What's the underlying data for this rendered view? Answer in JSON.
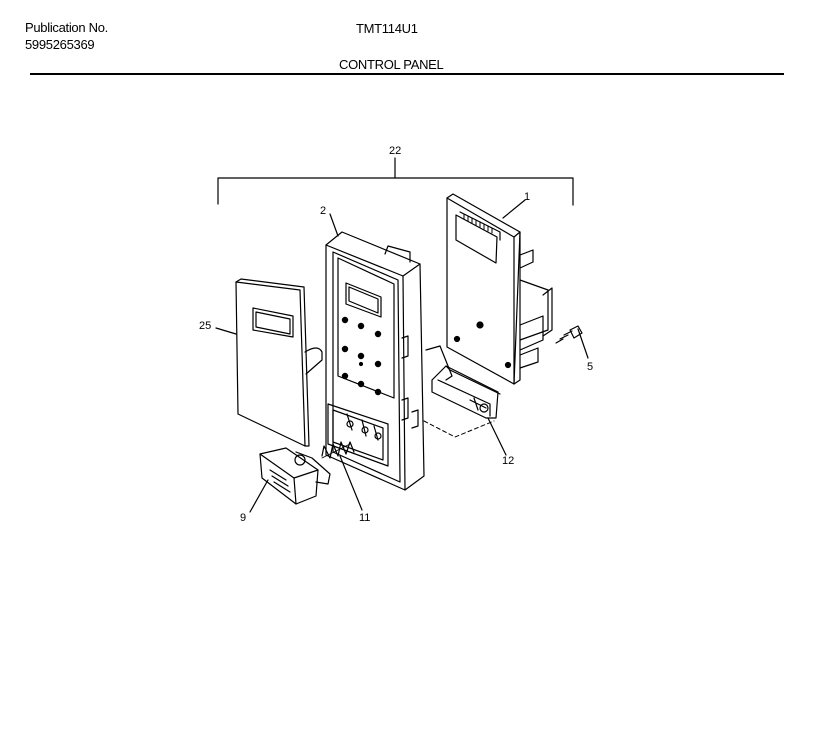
{
  "header": {
    "publication_label": "Publication No.",
    "publication_number": "5995265369",
    "model": "TMT114U1",
    "section_title": "CONTROL PANEL"
  },
  "callouts": {
    "assembly": "22",
    "control_board": "1",
    "control_panel": "2",
    "keypad_overlay": "25",
    "screw": "5",
    "latch_lever": "12",
    "spring": "11",
    "door_button": "9"
  }
}
